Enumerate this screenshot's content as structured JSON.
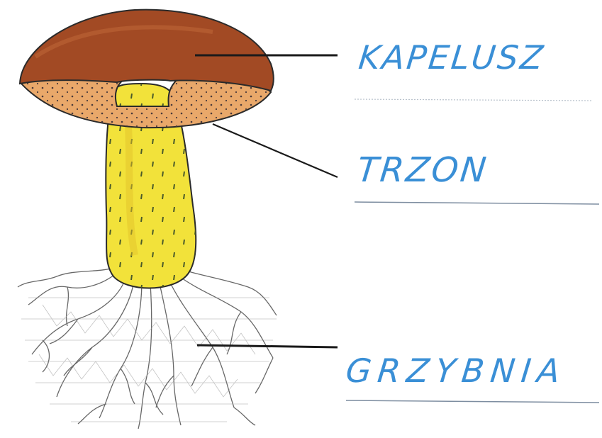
{
  "labels": {
    "cap": "KAPELUSZ",
    "stem": "TRZON",
    "mycelium": "GRZYBNIA"
  },
  "colors": {
    "cap_top": "#a24a24",
    "cap_underside": "#e9a86a",
    "stem": "#f2e23a",
    "outline": "#2a2a2a",
    "label_ink": "#3a8fd6",
    "pointer_line": "#1a1a1a",
    "writing_line": "#9aa8b8",
    "mycelium": "#555555"
  }
}
